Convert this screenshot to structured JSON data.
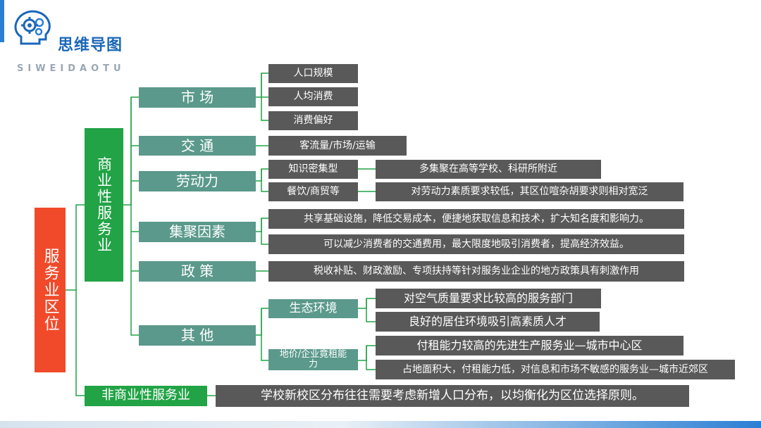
{
  "brand": {
    "title": "思维导图",
    "subtitle": "SIWEIDAOTU"
  },
  "root": "服务业区位",
  "commercial": "商业性服务业",
  "noncommercial": {
    "label": "非商业性服务业",
    "note": "学校新校区分布往往需要考虑新增人口分布，以均衡化为区位选择原则。"
  },
  "factors": {
    "market": {
      "label": "市 场",
      "items": [
        "人口规模",
        "人均消费",
        "消费偏好"
      ]
    },
    "traffic": {
      "label": "交 通",
      "items": [
        "客流量/市场/运输"
      ]
    },
    "labor": {
      "label": "劳动力",
      "items": [
        {
          "label": "知识密集型",
          "note": "多集聚在高等学校、科研所附近"
        },
        {
          "label": "餐饮/商贸等",
          "note": "对劳动力素质要求较低，其区位喧杂胡要求则相对宽泛"
        }
      ]
    },
    "agglomeration": {
      "label": "集聚因素",
      "items": [
        "共享基础设施，降低交易成本，便捷地获取信息和技术，扩大知名度和影响力。",
        "可以减少消费者的交通费用，最大限度地吸引消费者，提高经济效益。"
      ]
    },
    "policy": {
      "label": "政 策",
      "items": [
        "税收补贴、财政激励、专项扶持等针对服务业企业的地方政策具有刺激作用"
      ]
    },
    "other": {
      "label": "其 他",
      "eco": {
        "label": "生态环境",
        "items": [
          "对空气质量要求比较高的服务部门",
          "良好的居住环境吸引高素质人才"
        ]
      },
      "rent": {
        "label": "地价/企业竟租能力",
        "items": [
          "付租能力较高的先进生产服务业—城市中心区",
          "占地面积大，付租能力低，对信息和市场不敏感的服务业—城市近郊区"
        ]
      }
    }
  },
  "colors": {
    "root": "#f04a2a",
    "level1": "#21a346",
    "level2": "#5a998b",
    "leaf": "#595959",
    "brand": "#1b67b8"
  }
}
